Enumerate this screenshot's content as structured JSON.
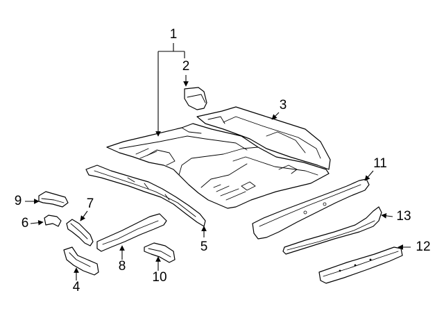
{
  "diagram": {
    "background": "#ffffff",
    "line_color": "#000000",
    "callouts": [
      {
        "id": "1",
        "label": "1"
      },
      {
        "id": "2",
        "label": "2"
      },
      {
        "id": "3",
        "label": "3"
      },
      {
        "id": "4",
        "label": "4"
      },
      {
        "id": "5",
        "label": "5"
      },
      {
        "id": "6",
        "label": "6"
      },
      {
        "id": "7",
        "label": "7"
      },
      {
        "id": "8",
        "label": "8"
      },
      {
        "id": "9",
        "label": "9"
      },
      {
        "id": "10",
        "label": "10"
      },
      {
        "id": "11",
        "label": "11"
      },
      {
        "id": "12",
        "label": "12"
      },
      {
        "id": "13",
        "label": "13"
      }
    ]
  }
}
